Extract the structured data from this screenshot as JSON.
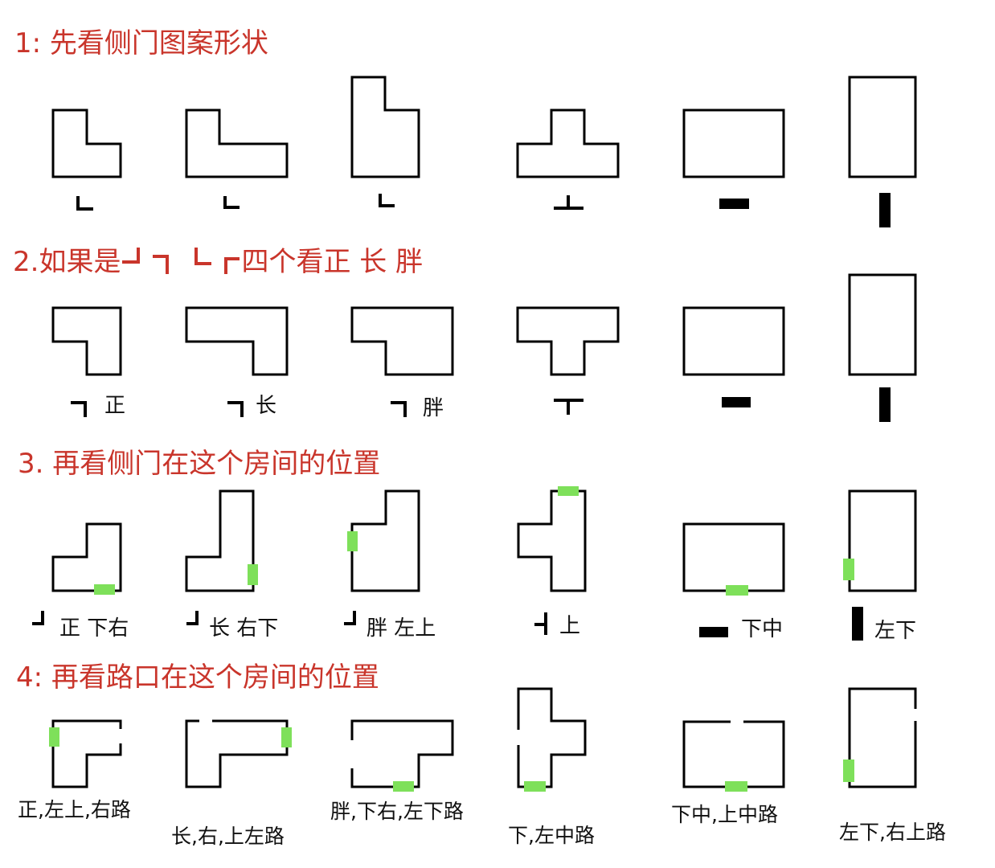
{
  "headings": {
    "h1": "1: 先看侧门图案形状",
    "h2_prefix": "2.如果是",
    "h2_suffix": "四个看正 长 胖",
    "h3": "3. 再看侧门在这个房间的位置",
    "h4": "4: 再看路口在这个房间的位置"
  },
  "row2_labels": [
    "正",
    "长",
    "胖"
  ],
  "row3_labels": [
    "正  下右",
    "长  右下",
    "胖  左上",
    "上",
    "下中",
    "左下"
  ],
  "row4_captions": [
    "正,左上,右路",
    "长,右,上左路",
    "胖,下右,左下路",
    "下,左中路",
    "下中,上中路",
    "左下,右上路"
  ],
  "colors": {
    "heading": "#c9352b",
    "door_marker": "#7ee05a",
    "line": "#000000"
  }
}
